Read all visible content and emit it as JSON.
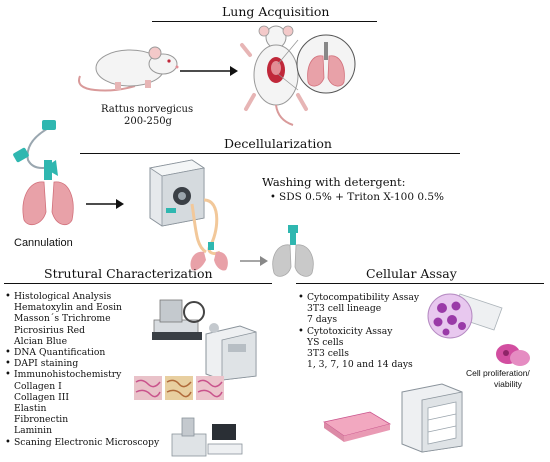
{
  "sections": {
    "lung_acquisition": {
      "title": "Lung Acquisition",
      "species": "Rattus norvegicus",
      "weight": "200-250g"
    },
    "decellularization": {
      "title": "Decellularization",
      "cannulation_label": "Cannulation",
      "washing_title": "Washing with detergent:",
      "washing_item": "SDS 0.5% + Triton X-100 0.5%"
    },
    "structural": {
      "title": "Strutural Characterization",
      "items": [
        {
          "text": "Histological Analysis",
          "bullet": true
        },
        {
          "text": "Hematoxylin and Eosin",
          "bullet": false
        },
        {
          "text": "Masson´s Trichrome",
          "bullet": false
        },
        {
          "text": "Picrosirius Red",
          "bullet": false
        },
        {
          "text": "Alcian Blue",
          "bullet": false
        },
        {
          "text": "DNA Quantification",
          "bullet": true
        },
        {
          "text": "DAPI staining",
          "bullet": true
        },
        {
          "text": "Immunohistochemistry",
          "bullet": true
        },
        {
          "text": "Collagen I",
          "bullet": false
        },
        {
          "text": "Collagen III",
          "bullet": false
        },
        {
          "text": "Elastin",
          "bullet": false
        },
        {
          "text": "Fibronectin",
          "bullet": false
        },
        {
          "text": "Laminin",
          "bullet": false
        },
        {
          "text": "Scaning Electronic Microscopy",
          "bullet": true
        }
      ]
    },
    "cellular": {
      "title": "Cellular Assay",
      "items": [
        {
          "text": "Cytocompatibility Assay",
          "bullet": true
        },
        {
          "text": "3T3  cell  lineage",
          "bullet": false
        },
        {
          "text": "7  days",
          "bullet": false
        },
        {
          "text": "Cytotoxicity Assay",
          "bullet": true
        },
        {
          "text": "YS  cells",
          "bullet": false
        },
        {
          "text": "3T3  cells",
          "bullet": false
        },
        {
          "text": "1, 3, 7, 10 and 14 days",
          "bullet": false
        }
      ],
      "proliferation_label_1": "Cell proliferation/",
      "proliferation_label_2": "viability"
    }
  },
  "colors": {
    "lung": "#e8a1a8",
    "lung_dark": "#d2707b",
    "decell_lung": "#c9c9c9",
    "cannula": "#2fb7b0",
    "tubing": "#f2c89a",
    "stain_pink": "#c9538c",
    "plate_pink": "#f2a8c0",
    "cells_purple": "#9a3aa8"
  },
  "icons": [
    "rat-icon",
    "rat-dissected-icon",
    "lung-icon",
    "pump-icon",
    "microtome-icon",
    "microscope-icon",
    "incubator-icon",
    "well-plate-icon",
    "petri-dish-icon",
    "cells-icon"
  ]
}
